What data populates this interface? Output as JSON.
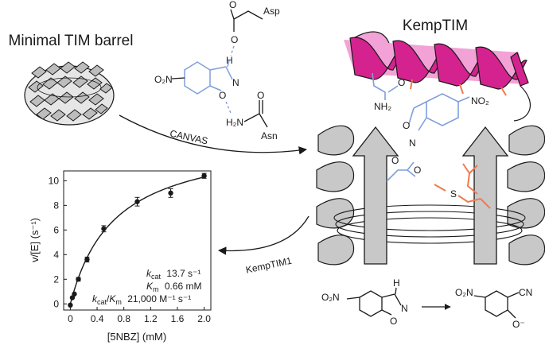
{
  "figure": {
    "title_left": "Minimal TIM barrel",
    "title_right": "KempTIM",
    "arrow_top_label": "CANVAS",
    "arrow_bottom_label": "KempTIM1"
  },
  "chemistry": {
    "top_fragment": {
      "asp": "Asp",
      "asn": "Asn",
      "nitro": "O₂N",
      "h": "H",
      "n": "N",
      "o_ring": "O",
      "o_asp": "O",
      "o_asp2": "O",
      "o_asn": "O",
      "nh2": "H₂N"
    },
    "active_site": {
      "nh2": "NH₂",
      "o_amide": "O",
      "no2": "NO₂",
      "o_ring": "O",
      "n_ring": "N",
      "o_carbox": "O",
      "o_carbox2": "O",
      "s": "S"
    },
    "reaction": {
      "reactant_nitro": "O₂N",
      "reactant_h": "H",
      "reactant_n": "N",
      "reactant_o": "O",
      "product_nitro": "O₂N",
      "product_cn": "CN",
      "product_o": "O⁻"
    }
  },
  "colors": {
    "helix_magenta": "#d4238f",
    "helix_magenta_light": "#f2a2d6",
    "barrel_gray": "#c8c8c8",
    "ligand_blue": "#7f9fdc",
    "residue_orange": "#f07a4e"
  },
  "chart_data": {
    "type": "scatter",
    "xlabel": "[5NBZ] (mM)",
    "ylabel": "v/[E] (s⁻¹)",
    "xlim": [
      -0.1,
      2.1
    ],
    "ylim": [
      -0.5,
      10.8
    ],
    "xticks": [
      "0",
      "0.4",
      "0.8",
      "1.2",
      "1.6",
      "2.0"
    ],
    "xtick_values": [
      0,
      0.4,
      0.8,
      1.2,
      1.6,
      2.0
    ],
    "yticks": [
      "0",
      "2",
      "4",
      "6",
      "8",
      "10"
    ],
    "ytick_values": [
      0,
      2,
      4,
      6,
      8,
      10
    ],
    "points": {
      "x": [
        0,
        0.03,
        0.06,
        0.12,
        0.25,
        0.5,
        1.0,
        1.5,
        2.0
      ],
      "y": [
        -0.1,
        0.5,
        0.8,
        2.0,
        3.6,
        6.1,
        8.3,
        9.0,
        10.4
      ],
      "err": [
        0.0,
        0.0,
        0.0,
        0.15,
        0.2,
        0.25,
        0.35,
        0.35,
        0.2
      ]
    },
    "fit": {
      "model": "michaelis-menten",
      "kcat": 13.7,
      "km": 0.66
    },
    "annotations": {
      "kcat_label": "k",
      "kcat_sub": "cat",
      "kcat_value": "13.7 s⁻¹",
      "km_label": "K",
      "km_sub": "m",
      "km_value": "0.66 mM",
      "eff_label_1": "k",
      "eff_sub_1": "cat",
      "eff_slash": "/",
      "eff_label_2": "K",
      "eff_sub_2": "m",
      "eff_value": "21,000 M⁻¹ s⁻¹"
    }
  }
}
